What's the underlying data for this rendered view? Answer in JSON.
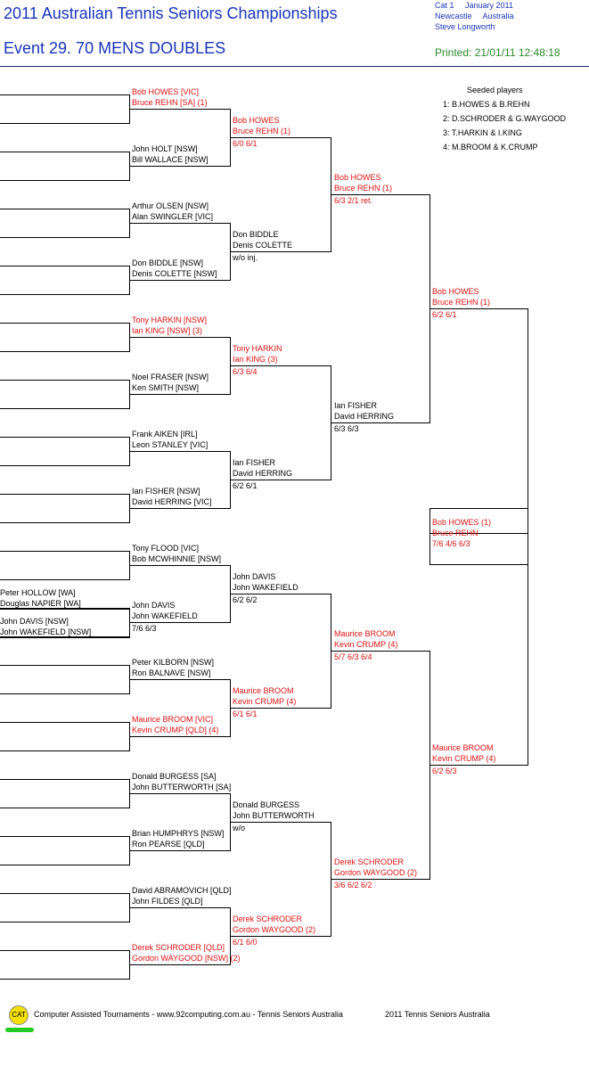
{
  "header": {
    "title": "2011 Australian Tennis Seniors Championships",
    "event": "Event 29. 70 MENS DOUBLES",
    "cat": "Cat 1     January 2011",
    "venue": "Newcastle     Australia",
    "referee": "Steve Longworth",
    "printed": "Printed: 21/01/11 12:48:18"
  },
  "seeds": {
    "title": "Seeded players",
    "items": [
      "1: B.HOWES & B.REHN",
      "2: D.SCHRODER & G.WAYGOOD",
      "3: T.HARKIN & I.KING",
      "4: M.BROOM & K.CRUMP"
    ]
  },
  "r0": {
    "p1": "Peter HOLLOW [WA]",
    "p2": "Douglas NAPIER [WA]",
    "p3": "John DAVIS [NSW]",
    "p4": "John WAKEFIELD [NSW]"
  },
  "r1": [
    {
      "p1": "Bob HOWES [VIC]",
      "p2": "Bruce REHN [SA] (1)",
      "score": "",
      "red": true
    },
    {
      "p1": "John HOLT [NSW]",
      "p2": "Bill WALLACE [NSW]",
      "score": "",
      "red": false
    },
    {
      "p1": "Arthur OLSEN [NSW]",
      "p2": "Alan SWINGLER [VIC]",
      "score": "",
      "red": false
    },
    {
      "p1": "Don BIDDLE [NSW]",
      "p2": "Denis COLETTE [NSW]",
      "score": "",
      "red": false
    },
    {
      "p1": "Tony HARKIN [NSW]",
      "p2": "Ian KING [NSW] (3)",
      "score": "",
      "red": true
    },
    {
      "p1": "Noel FRASER [NSW]",
      "p2": "Ken SMITH [NSW]",
      "score": "",
      "red": false
    },
    {
      "p1": "Frank AIKEN [IRL]",
      "p2": "Leon STANLEY [VIC]",
      "score": "",
      "red": false
    },
    {
      "p1": "Ian FISHER [NSW]",
      "p2": "David HERRING [VIC]",
      "score": "",
      "red": false
    },
    {
      "p1": "Tony FLOOD [VIC]",
      "p2": "Bob MCWHINNIE [NSW]",
      "score": "",
      "red": false
    },
    {
      "p1": "John DAVIS",
      "p2": "John WAKEFIELD",
      "score": "7/6 6/3",
      "red": false
    },
    {
      "p1": "Peter KILBORN [NSW]",
      "p2": "Ron BALNAVE [NSW]",
      "score": "",
      "red": false
    },
    {
      "p1": "Maurice BROOM [VIC]",
      "p2": "Kevin CRUMP [QLD] (4)",
      "score": "",
      "red": true
    },
    {
      "p1": "Donald BURGESS [SA]",
      "p2": "John BUTTERWORTH [SA]",
      "score": "",
      "red": false
    },
    {
      "p1": "Brian HUMPHRYS [NSW]",
      "p2": "Ron PEARSE [QLD]",
      "score": "",
      "red": false
    },
    {
      "p1": "David ABRAMOVICH [QLD]",
      "p2": "John FILDES [QLD]",
      "score": "",
      "red": false
    },
    {
      "p1": "Derek SCHRODER [QLD]",
      "p2": "Gordon WAYGOOD [NSW] (2)",
      "score": "",
      "red": true
    }
  ],
  "r2": [
    {
      "p1": "Bob HOWES",
      "p2": "Bruce REHN (1)",
      "score": "6/0 6/1",
      "red": true
    },
    {
      "p1": "Don BIDDLE",
      "p2": "Denis COLETTE",
      "score": "w/o inj.",
      "red": false
    },
    {
      "p1": "Tony HARKIN",
      "p2": "Ian KING (3)",
      "score": "6/3 6/4",
      "red": true
    },
    {
      "p1": "Ian FISHER",
      "p2": "David HERRING",
      "score": "6/2 6/1",
      "red": false
    },
    {
      "p1": "John DAVIS",
      "p2": "John WAKEFIELD",
      "score": "6/2 6/2",
      "red": false
    },
    {
      "p1": "Maurice BROOM",
      "p2": "Kevin CRUMP (4)",
      "score": "6/1 6/1",
      "red": true
    },
    {
      "p1": "Donald BURGESS",
      "p2": "John BUTTERWORTH",
      "score": "w/o",
      "red": false
    },
    {
      "p1": "Derek SCHRODER",
      "p2": "Gordon WAYGOOD (2)",
      "score": "6/1 6/0",
      "red": true
    }
  ],
  "r3": [
    {
      "p1": "Bob HOWES",
      "p2": "Bruce REHN (1)",
      "score": "6/3 2/1 ret.",
      "red": true
    },
    {
      "p1": "Ian FISHER",
      "p2": "David HERRING",
      "score": "6/3 6/3",
      "red": false
    },
    {
      "p1": "Maurice BROOM",
      "p2": "Kevin CRUMP (4)",
      "score": "5/7 6/3 6/4",
      "red": true
    },
    {
      "p1": "Derek SCHRODER",
      "p2": "Gordon WAYGOOD (2)",
      "score": "3/6 6/2 6/2",
      "red": true
    }
  ],
  "r4": [
    {
      "p1": "Bob HOWES",
      "p2": "Bruce REHN (1)",
      "score": "6/2 6/1",
      "red": true
    },
    {
      "p1": "Maurice BROOM",
      "p2": "Kevin CRUMP (4)",
      "score": "6/2 6/3",
      "red": true
    }
  ],
  "final": {
    "p1": "Bob HOWES (1)",
    "p2": "Bruce REHN",
    "score": "7/6 4/6 6/3",
    "red": true
  },
  "footer": {
    "logo": "CAT",
    "text": "Computer Assisted Tournaments - www.92computing.com.au -  Tennis Seniors Australia",
    "right": "2011 Tennis Seniors Australia"
  }
}
